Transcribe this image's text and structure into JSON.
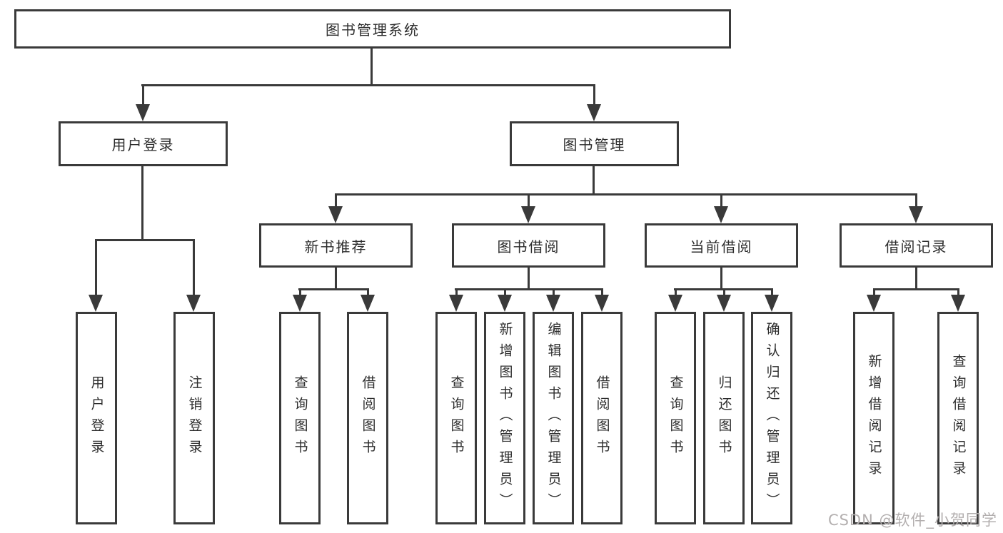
{
  "colors": {
    "line": "#3a3a3a",
    "text": "#2d2d2d",
    "watermark": "#b3afaf",
    "bg": "#ffffff"
  },
  "root": {
    "label": "图书管理系统"
  },
  "level2": {
    "user": "用户登录",
    "book": "图书管理"
  },
  "level3": {
    "newbook": "新书推荐",
    "borrow": "图书借阅",
    "current": "当前借阅",
    "records": "借阅记录"
  },
  "leaves": {
    "user": [
      "用户登录",
      "注销登录"
    ],
    "newbook": [
      "查询图书",
      "借阅图书"
    ],
    "borrow": [
      "查询图书",
      "新增图书（管理员）",
      "编辑图书（管理员）",
      "借阅图书"
    ],
    "current": [
      "查询图书",
      "归还图书",
      "确认归还（管理员）"
    ],
    "records": [
      "新增借阅记录",
      "查询借阅记录"
    ]
  },
  "watermark": {
    "text": "CSDN @软件_小贺同学"
  }
}
